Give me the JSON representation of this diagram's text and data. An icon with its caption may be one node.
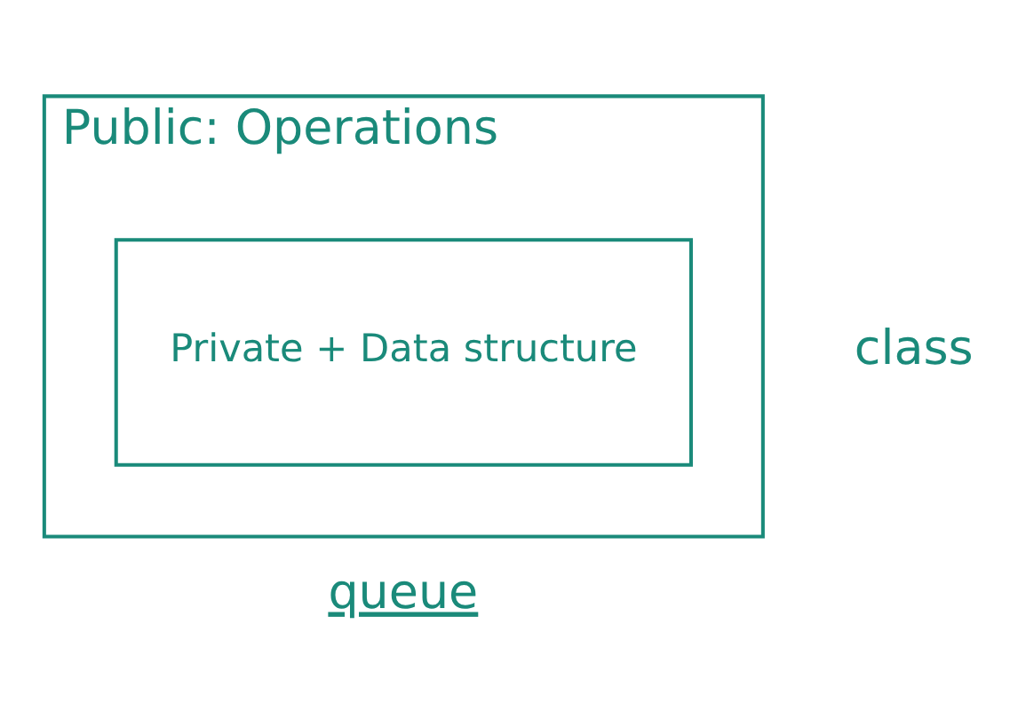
{
  "diagram": {
    "nodes": [
      {
        "text": [
          "Public: Operations"
        ],
        "beside": [
          "class"
        ]
      },
      {
        "text": [
          "Private + Data structure"
        ],
        "in": 0
      }
    ],
    "edges": [],
    "labels": [
      "queue"
    ]
  }
}
